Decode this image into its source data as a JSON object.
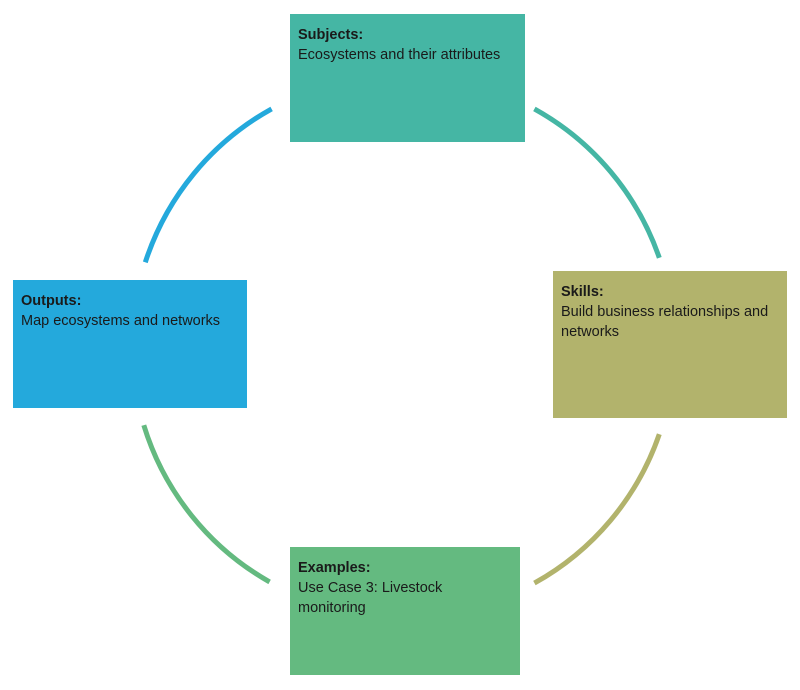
{
  "diagram": {
    "type": "cycle",
    "cycle_order": [
      "subjects",
      "skills",
      "examples",
      "outputs"
    ],
    "nodes": {
      "subjects": {
        "label": "Subjects:",
        "description": "Ecosystems and their attributes"
      },
      "skills": {
        "label": "Skills:",
        "description": "Build business relationships and networks"
      },
      "examples": {
        "label": "Examples:",
        "description": "Use Case 3: Livestock monitoring"
      },
      "outputs": {
        "label": "Outputs:",
        "description": "Map ecosystems and networks"
      }
    },
    "colors": {
      "subjects": "#45B6A4",
      "skills": "#B2B36C",
      "examples": "#64BA80",
      "outputs": "#24A9DC",
      "background": "#FFFFFF",
      "text": "#1A1A1A"
    }
  }
}
